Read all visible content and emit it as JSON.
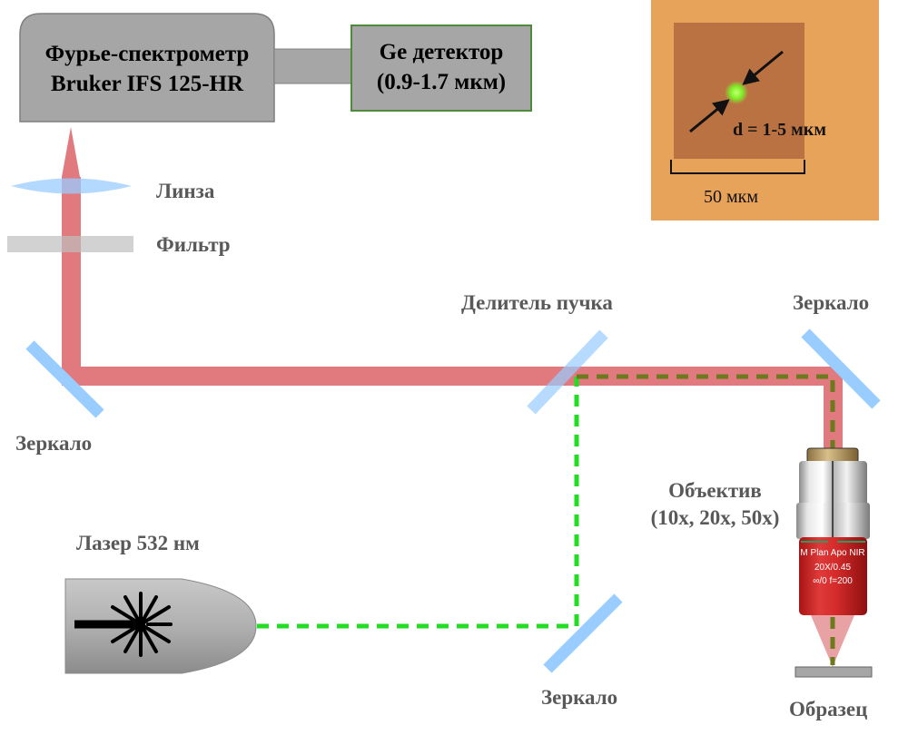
{
  "spectrometer": {
    "line1": "Фурье-спектрометр",
    "line2": "Bruker IFS 125-HR"
  },
  "detector": {
    "line1": "Ge детектор",
    "line2": "(0.9-1.7 мкм)"
  },
  "inset": {
    "spot_label": "d = 1-5 мкм",
    "scale_label": "50 мкм"
  },
  "labels": {
    "lens": "Линза",
    "filter": "Фильтр",
    "mirror_left": "Зеркало",
    "beamsplitter": "Делитель пучка",
    "mirror_right": "Зеркало",
    "objective_line1": "Объектив",
    "objective_line2": "(10x, 20x, 50x)",
    "laser": "Лазер 532 нм",
    "mirror_bottom": "Зеркало",
    "sample": "Образец"
  },
  "objective_engraving": {
    "line1": "M Plan Apo NIR",
    "line2": "20X/0.45",
    "line3": "∞/0  f=200"
  },
  "colors": {
    "ir_beam": "#e07a7e",
    "laser_beam": "#22dd22",
    "overlap_beam": "#6b7a1c",
    "optics_blue": "#99ccff",
    "box_gray": "#a6a6a6",
    "detector_border": "#4e8a3a",
    "inset_bg": "#e8a35a",
    "objective_red": "#d42a2a"
  }
}
